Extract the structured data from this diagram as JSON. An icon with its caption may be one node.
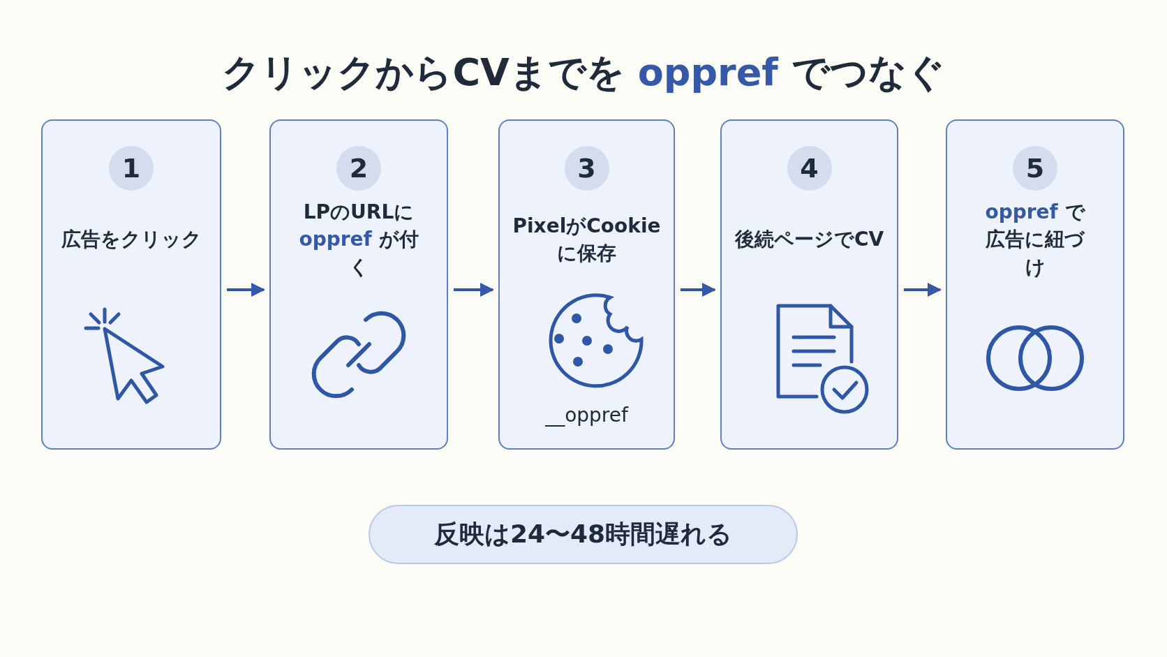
{
  "diagram": {
    "title": "クリックからCVまでを **oppref** でつなぐ",
    "nodes": [
      {
        "text": [
          "1",
          "広告をクリック"
        ]
      },
      {
        "text": [
          "2",
          "LPのURLに**oppref** が付く"
        ]
      },
      {
        "text": [
          "3",
          "PixelがCookieに保存",
          "__oppref"
        ]
      },
      {
        "text": [
          "4",
          "後続ページでCV"
        ]
      },
      {
        "text": [
          "5",
          "**oppref** で広告に紐づけ"
        ]
      },
      {
        "text": [
          "反映は24〜48時間遅れる"
        ]
      }
    ],
    "edges": [
      {
        "from": 0,
        "to": 1,
        "arrow": "to"
      },
      {
        "from": 1,
        "to": 2,
        "arrow": "to"
      },
      {
        "from": 2,
        "to": 3,
        "arrow": "to"
      },
      {
        "from": 3,
        "to": 4,
        "arrow": "to"
      }
    ]
  }
}
